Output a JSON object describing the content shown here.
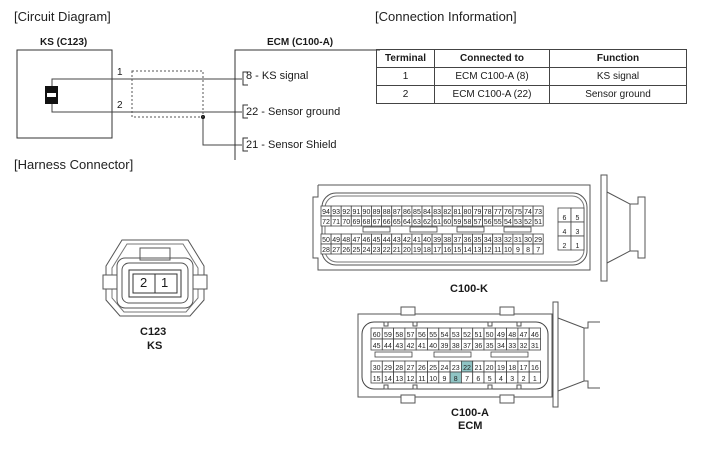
{
  "sections": {
    "circuit": "[Circuit Diagram]",
    "connection": "[Connection Information]",
    "harness": "[Harness Connector]"
  },
  "circuit": {
    "ks_title": "KS (C123)",
    "ecm_title": "ECM (C100-A)",
    "wire1_label": "1",
    "wire2_label": "2",
    "ecm_pins": [
      {
        "num": "8",
        "text": " - KS signal"
      },
      {
        "num": "22",
        "text": " - Sensor ground"
      },
      {
        "num": "21",
        "text": " - Sensor Shield"
      }
    ]
  },
  "connection_table": {
    "headers": [
      "Terminal",
      "Connected to",
      "Function"
    ],
    "rows": [
      [
        "1",
        "ECM C100-A (8)",
        "KS signal"
      ],
      [
        "2",
        "ECM C100-A (22)",
        "Sensor ground"
      ]
    ]
  },
  "connectors": {
    "ks": {
      "name": "C123",
      "sub": "KS",
      "pins": [
        "2",
        "1"
      ]
    },
    "c100k": {
      "name": "C100-K",
      "rows": [
        [
          "94",
          "93",
          "92",
          "91",
          "90",
          "89",
          "88",
          "87",
          "86",
          "85",
          "84",
          "83",
          "82",
          "81",
          "80",
          "79",
          "78",
          "77",
          "76",
          "75",
          "74",
          "73"
        ],
        [
          "72",
          "71",
          "70",
          "69",
          "68",
          "67",
          "66",
          "65",
          "64",
          "63",
          "62",
          "61",
          "60",
          "59",
          "58",
          "57",
          "56",
          "55",
          "54",
          "53",
          "52",
          "51"
        ],
        [
          "50",
          "49",
          "48",
          "47",
          "46",
          "45",
          "44",
          "43",
          "42",
          "41",
          "40",
          "39",
          "38",
          "37",
          "36",
          "35",
          "34",
          "33",
          "32",
          "31",
          "30",
          "29"
        ],
        [
          "28",
          "27",
          "26",
          "25",
          "24",
          "23",
          "22",
          "21",
          "20",
          "19",
          "18",
          "17",
          "16",
          "15",
          "14",
          "13",
          "12",
          "11",
          "10",
          "9",
          "8",
          "7"
        ]
      ],
      "side_block": [
        [
          "6",
          "5"
        ],
        [
          "4",
          "3"
        ],
        [
          "2",
          "1"
        ]
      ]
    },
    "c100a": {
      "name": "C100-A",
      "sub": "ECM",
      "rows": [
        [
          "60",
          "59",
          "58",
          "57",
          "56",
          "55",
          "54",
          "53",
          "52",
          "51",
          "50",
          "49",
          "48",
          "47",
          "46"
        ],
        [
          "45",
          "44",
          "43",
          "42",
          "41",
          "40",
          "39",
          "38",
          "37",
          "36",
          "35",
          "34",
          "33",
          "32",
          "31"
        ],
        [
          "30",
          "29",
          "28",
          "27",
          "26",
          "25",
          "24",
          "23",
          "22",
          "21",
          "20",
          "19",
          "18",
          "17",
          "16"
        ],
        [
          "15",
          "14",
          "13",
          "12",
          "11",
          "10",
          "9",
          "8",
          "7",
          "6",
          "5",
          "4",
          "3",
          "2",
          "1"
        ]
      ],
      "highlighted_pins": [
        "22",
        "8"
      ],
      "highlight_color": "#8fc4c4"
    }
  }
}
